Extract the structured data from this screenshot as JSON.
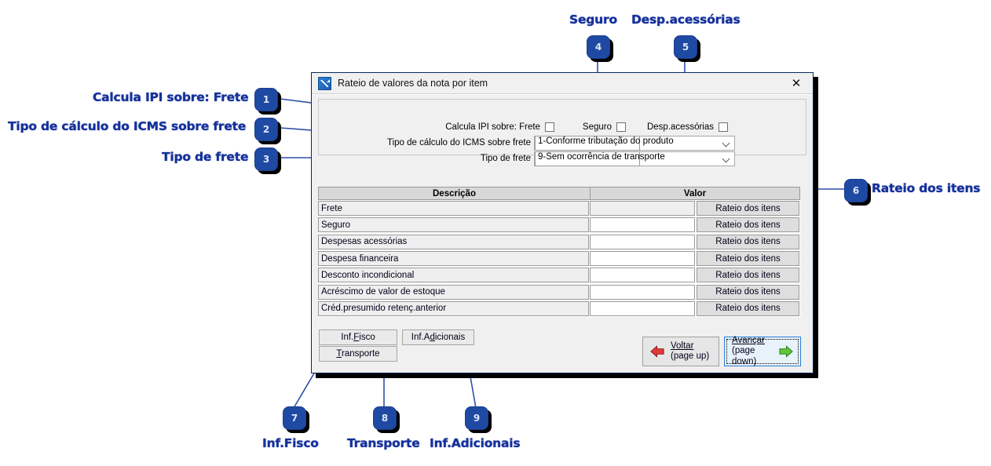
{
  "window": {
    "title": "Rateio de valores da nota por item",
    "icon": "chart-arrow-icon",
    "close_label": "✕"
  },
  "form": {
    "ipi_label": "Calcula IPI sobre: Frete",
    "ipi_checked": false,
    "seguro_label": "Seguro",
    "seguro_checked": false,
    "desp_label": "Desp.acessórias",
    "desp_checked": false,
    "icms_label": "Tipo de cálculo do ICMS sobre frete",
    "icms_value": "1-Conforme tributação do produto",
    "frete_label": "Tipo de frete",
    "frete_value": "9-Sem ocorrência de transporte"
  },
  "grid": {
    "columns": [
      "Descrição",
      "Valor"
    ],
    "action_label": "Rateio dos itens",
    "rows": [
      {
        "desc": "Frete",
        "value": "",
        "disabled": true
      },
      {
        "desc": "Seguro",
        "value": "",
        "disabled": false
      },
      {
        "desc": "Despesas acessórias",
        "value": "",
        "disabled": false
      },
      {
        "desc": "Despesa financeira",
        "value": "",
        "disabled": false
      },
      {
        "desc": "Desconto incondicional",
        "value": "",
        "disabled": false
      },
      {
        "desc": "Acréscimo de valor de estoque",
        "value": "",
        "disabled": false
      },
      {
        "desc": "Créd.presumido retenç.anterior",
        "value": "",
        "disabled": false
      }
    ]
  },
  "tabs": {
    "inf_fisco": "Inf.Fisco",
    "inf_fisco_accel": "F",
    "inf_adicionais": "Inf.Adicionais",
    "inf_adicionais_accel": "d",
    "transporte": "Transporte",
    "transporte_accel": "T"
  },
  "nav": {
    "back_line1": "Voltar",
    "back_line2": "(page up)",
    "back_icon": "arrow-left-red-icon",
    "next_line1": "Avançar",
    "next_line2": "(page down)",
    "next_icon": "arrow-right-green-icon"
  },
  "annotations": {
    "color": "#14309b",
    "items": [
      {
        "n": "1",
        "label": "Calcula IPI sobre: Frete"
      },
      {
        "n": "2",
        "label": "Tipo de cálculo do ICMS sobre frete"
      },
      {
        "n": "3",
        "label": "Tipo de frete"
      },
      {
        "n": "4",
        "label": "Seguro"
      },
      {
        "n": "5",
        "label": "Desp.acessórias"
      },
      {
        "n": "6",
        "label": "Rateio dos itens"
      },
      {
        "n": "7",
        "label": "Inf.Fisco"
      },
      {
        "n": "8",
        "label": "Transporte"
      },
      {
        "n": "9",
        "label": "Inf.Adicionais"
      }
    ]
  }
}
